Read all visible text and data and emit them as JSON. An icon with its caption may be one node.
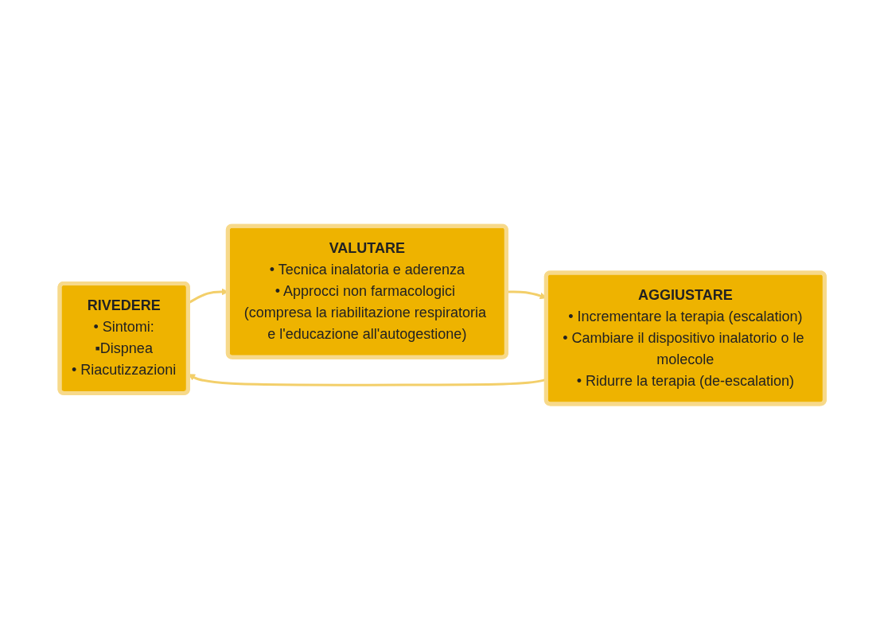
{
  "diagram": {
    "nodes": [
      {
        "text": [
          "RIVEDERE",
          "• Sintomi:",
          "▪Dispnea",
          "• Riacutizzazioni"
        ]
      },
      {
        "text": [
          "VALUTARE",
          "• Tecnica inalatoria e aderenza",
          "• Approcci non farmacologici (compresa la riabilitazione respiratoria e l'educazione all'autogestione)"
        ]
      },
      {
        "text": [
          "AGGIUSTARE",
          "• Incrementare la terapia (escalation)",
          "• Cambiare il dispositivo inalatorio o le molecole",
          "• Ridurre la terapia (de-escalation)"
        ]
      }
    ],
    "edges": [
      {
        "from": 0,
        "to": 1,
        "arrow": "to"
      },
      {
        "from": 1,
        "to": 2,
        "arrow": "to"
      },
      {
        "from": 2,
        "to": 0,
        "arrow": "to"
      }
    ]
  }
}
